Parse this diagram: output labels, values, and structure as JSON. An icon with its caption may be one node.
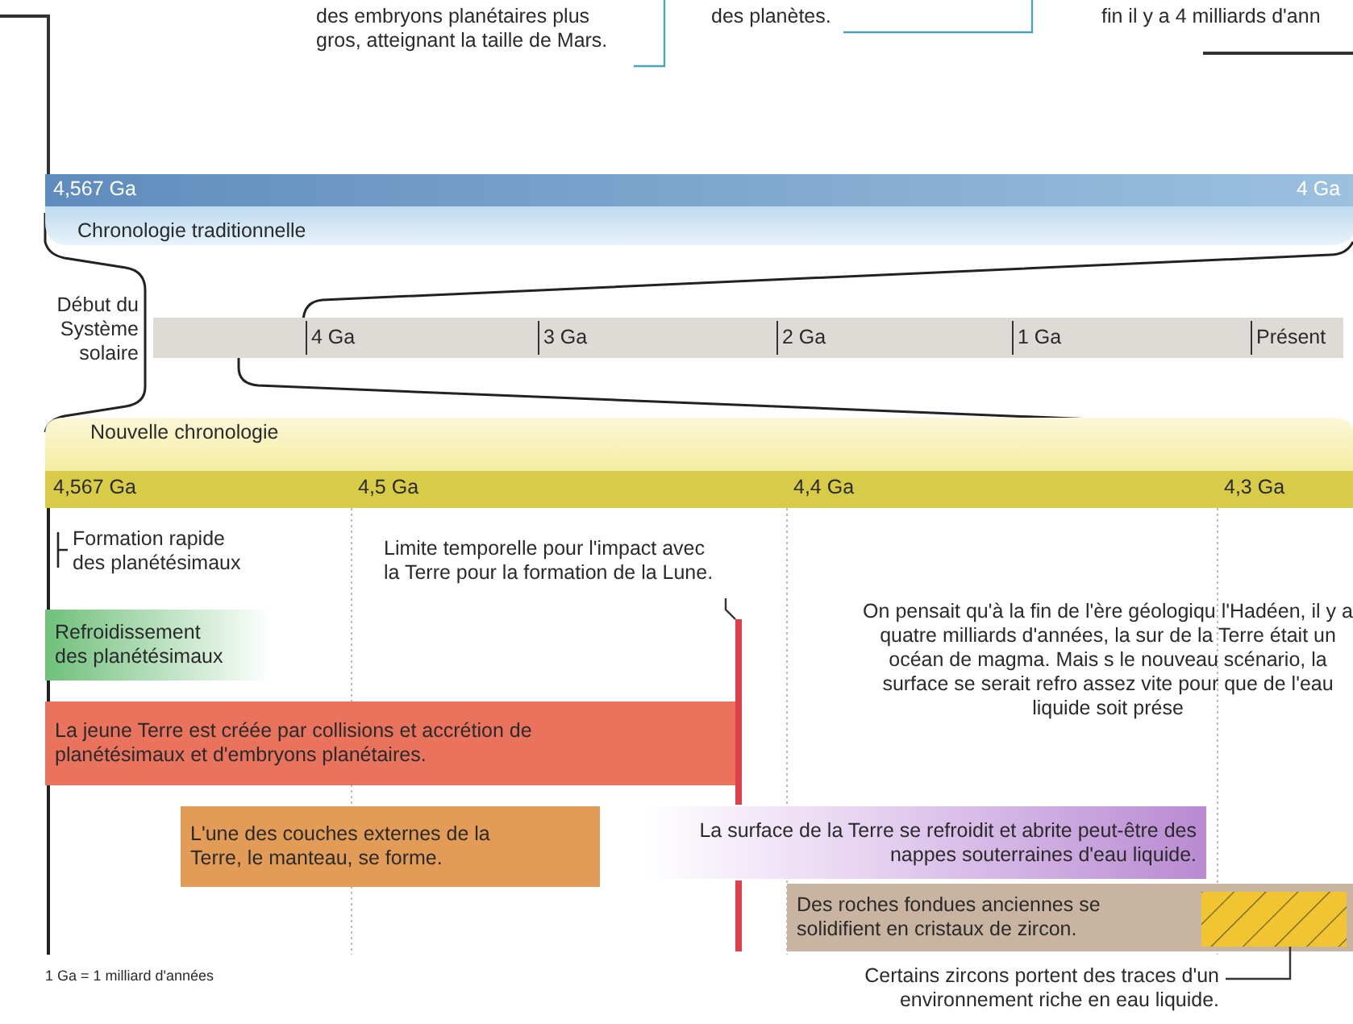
{
  "diagram": {
    "nodes": [
      {
        "text": [
          "Chronologie traditionnelle"
        ]
      },
      {
        "text": [
          "Nouvelle chronologie"
        ]
      },
      {
        "text": [
          "Refroidissement des planétésimaux"
        ]
      },
      {
        "text": [
          "La jeune Terre est créée par collisions et accrétion de planétésimaux et d'embryons planétaires."
        ]
      },
      {
        "text": [
          "L'une des couches externes de la Terre, le manteau, se forme."
        ]
      },
      {
        "text": [
          "La surface de la Terre se refroidit et abrite peut-être des nappes souterraines d'eau liquide."
        ]
      },
      {
        "text": [
          "Des roches fondues anciennes se solidifient en cristaux de zircon."
        ]
      },
      {
        "text": [],
        "shape": "box",
        "in": 6
      },
      {
        "text": [
          "Certains zircons portent des traces d'un environnement riche en eau liquide."
        ]
      },
      {
        "text": [
          "des embryons planétaires plus gros, atteignant la taille de Mars."
        ]
      },
      {
        "text": [
          "des planètes."
        ]
      },
      {
        "text": [
          "fin il y a 4 milliards d'ann"
        ]
      },
      {
        "text": [
          "Limite temporelle pour l'impact avec la Terre pour la formation de la Lune."
        ]
      },
      {
        "text": [],
        "shape": "bar"
      }
    ],
    "edges": [
      {
        "from": 8,
        "to": 7,
        "arrow": "none"
      },
      {
        "from": 9,
        "to": null,
        "arrow": "none",
        "color": "#4aa3b5"
      },
      {
        "from": 10,
        "to": null,
        "arrow": "none",
        "color": "#4aa3b5"
      },
      {
        "from": 11,
        "to": null,
        "arrow": "none"
      },
      {
        "from": null,
        "to": 0,
        "arrow": "none"
      },
      {
        "from": 12,
        "to": 13,
        "arrow": "none"
      }
    ],
    "labels": [
      "4,567 Ga",
      "4 Ga",
      "Début du Système solaire",
      "4 Ga",
      "3 Ga",
      "2 Ga",
      "1 Ga",
      "Présent",
      "4,567 Ga",
      "4,5 Ga",
      "4,4 Ga",
      "4,3 Ga",
      "Formation rapide des planétésimaux",
      "On pensait qu'à la fin de l'ère géologiqu l'Hadéen, il y a quatre milliards d'années, la sur de la Terre était un océan de magma. Mais s le nouveau scénario, la surface se serait refro assez vite pour que de l'eau liquide soit prése",
      "1 Ga = 1 milliard d'années"
    ]
  }
}
